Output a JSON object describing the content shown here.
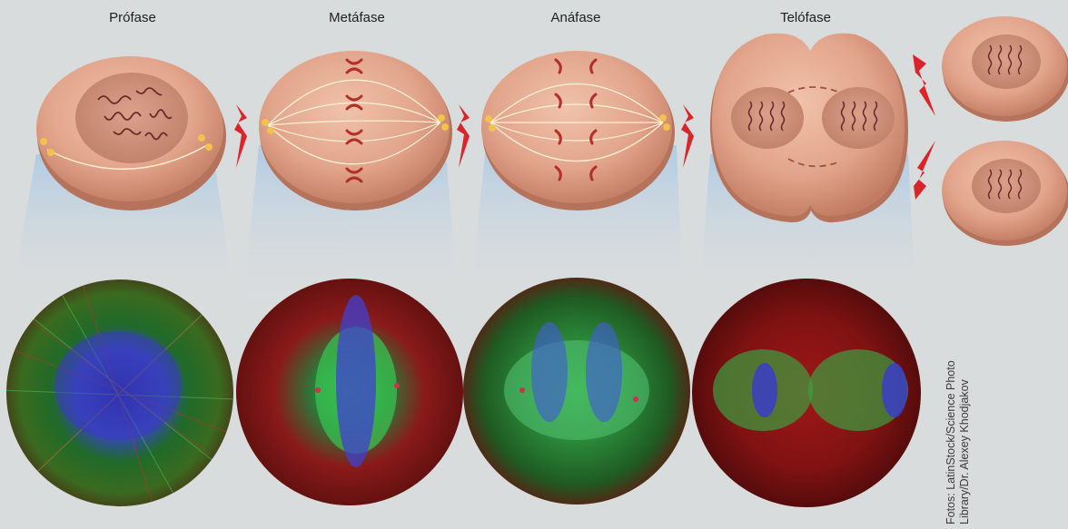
{
  "phases": [
    {
      "id": "profase",
      "label": "Prófase"
    },
    {
      "id": "metafase",
      "label": "Metáfase"
    },
    {
      "id": "anafase",
      "label": "Anáfase"
    },
    {
      "id": "telofase",
      "label": "Telófase"
    }
  ],
  "credit": {
    "line1": "Fotos: LatinStock/Science Photo",
    "line2": "Library/Dr. Alexey Khodjakov"
  },
  "colors": {
    "cell": "#e2a58c",
    "nucleus": "#c98a74",
    "chromosome": "#b3302a",
    "arrow": "#d9252a",
    "spindle": "#fff3d6",
    "centrosome": "#f2c14e",
    "microtubule": "#3fc04a",
    "dna": "#3a3ad0",
    "actin": "#b01818"
  }
}
